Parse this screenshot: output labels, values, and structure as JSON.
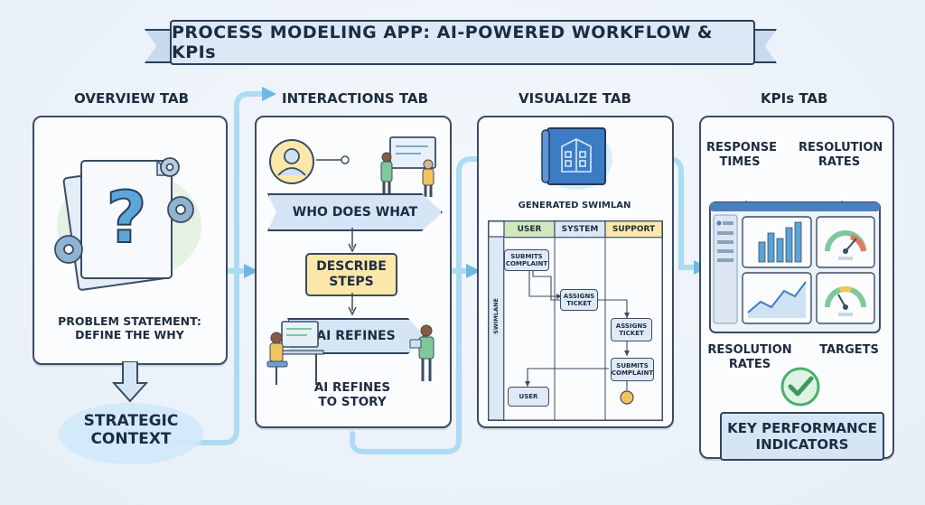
{
  "title": "PROCESS MODELING APP: AI-POWERED WORKFLOW & KPIs",
  "tabs": {
    "overview": {
      "title": "OVERVIEW TAB",
      "problem": "PROBLEM STATEMENT: DEFINE THE WHY",
      "context": "STRATEGIC CONTEXT"
    },
    "interactions": {
      "title": "INTERACTIONS TAB",
      "who": "WHO DOES WHAT",
      "describe": "DESCRIBE STEPS",
      "ai_refines": "AI REFINES",
      "story": "AI REFINES TO STORY"
    },
    "visualize": {
      "title": "VISUALIZE TAB",
      "generated": "GENERATED SWIMLAN",
      "swimlane_side": "SWIMLANE",
      "columns": [
        "USER",
        "SYSTEM",
        "SUPPORT"
      ],
      "boxes": {
        "submits1": "SUBMITS COMPLAINT",
        "assigns1": "ASSIGNS TICKET",
        "assigns2": "ASSIGNS TICKET",
        "submits2": "SUBMITS COMPLAINT",
        "user": "USER"
      }
    },
    "kpis": {
      "title": "KPIs TAB",
      "response": "RESPONSE TIMES",
      "resolution_top": "RESOLUTION RATES",
      "resolution_bottom": "RESOLUTION RATES",
      "targets": "TARGETS",
      "footer": "KEY PERFORMANCE INDICATORS"
    }
  },
  "colors": {
    "accent_yellow": "#fbe8a8",
    "panel_border": "#3b4c63",
    "flow_line": "#9fd3ef",
    "check_green": "#4caf6a"
  }
}
